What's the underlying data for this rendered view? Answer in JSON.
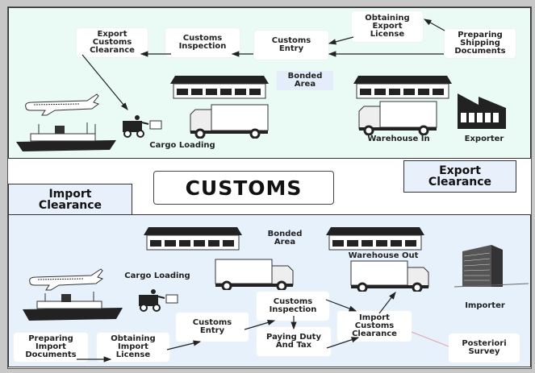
{
  "title": "CUSTOMS",
  "export_section": {
    "tab_label": "Export\nClearance",
    "steps": {
      "preparing_shipping_documents": "Preparing\nShipping\nDocuments",
      "obtaining_export_license": "Obtaining\nExport\nLicense",
      "customs_entry": "Customs\nEntry",
      "customs_inspection": "Customs\nInspection",
      "export_customs_clearance": "Export\nCustoms\nClearance"
    },
    "labels": {
      "bonded_area": "Bonded\nArea",
      "cargo_loading": "Cargo Loading",
      "warehouse_in": "Warehouse In",
      "exporter": "Exporter"
    }
  },
  "import_section": {
    "tab_label": "Import\nClearance",
    "steps": {
      "preparing_import_documents": "Preparing\nImport\nDocuments",
      "obtaining_import_license": "Obtaining\nImport\nLicense",
      "customs_entry": "Customs\nEntry",
      "customs_inspection": "Customs\nInspection",
      "paying_duty_and_tax": "Paying Duty\nAnd Tax",
      "import_customs_clearance": "Import\nCustoms\nClearance",
      "posteriori_survey": "Posteriori\nSurvey"
    },
    "labels": {
      "bonded_area": "Bonded\nArea",
      "cargo_loading": "Cargo Loading",
      "warehouse_out": "Warehouse Out",
      "importer": "Importer"
    }
  },
  "colors": {
    "export_bg": "#eafbf5",
    "import_bg": "#e6f1fb",
    "tab_bg": "#e8f1fb",
    "survey_link": "#e8a0a8"
  }
}
